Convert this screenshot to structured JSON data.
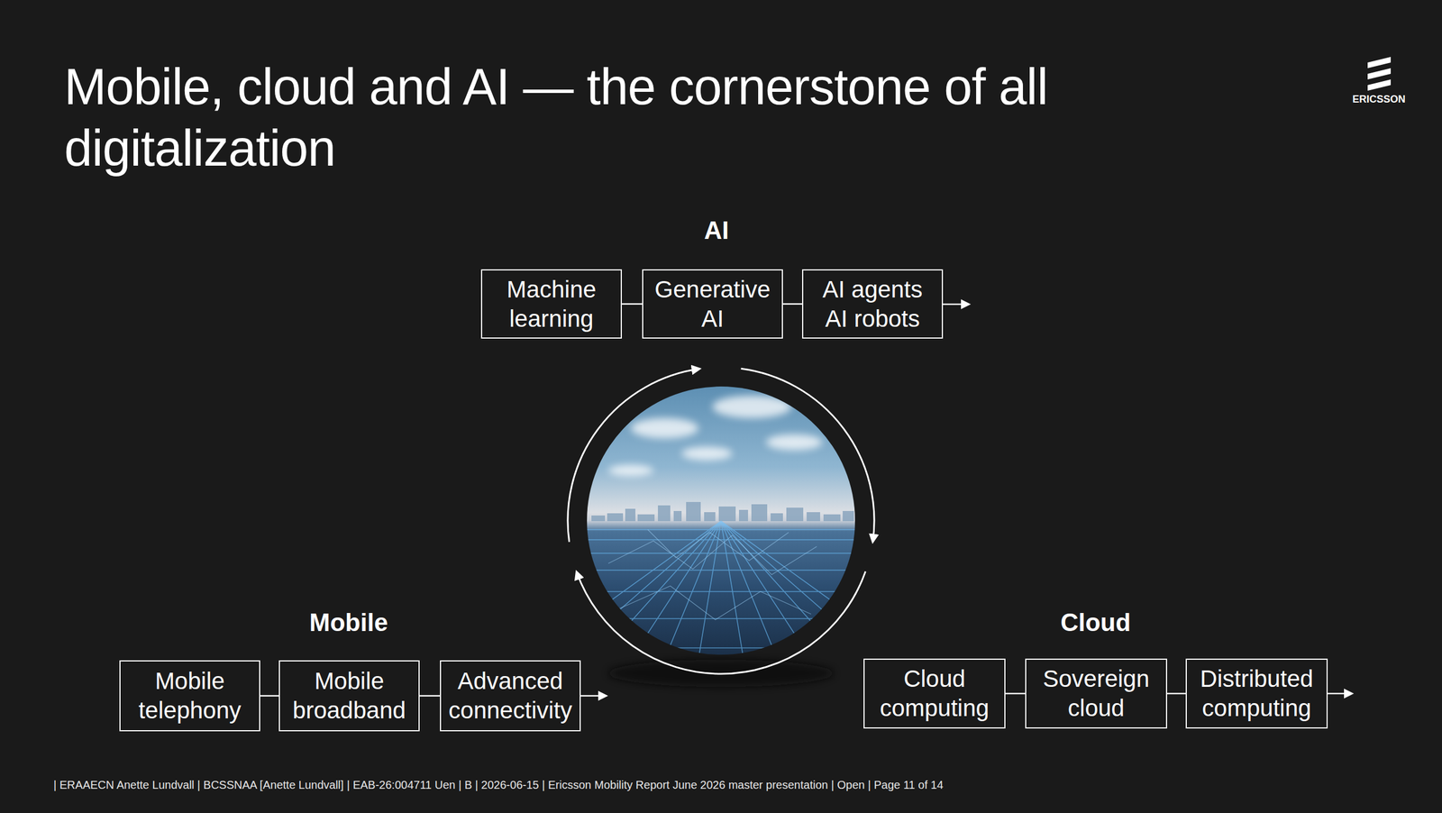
{
  "diagram": {
    "title": "Mobile, cloud and AI — the cornerstone of all digitalization",
    "nodes": [
      {
        "text": [
          "Machine learning"
        ]
      },
      {
        "text": [
          "Generative AI"
        ]
      },
      {
        "text": [
          "AI agents AI robots"
        ]
      },
      {
        "text": [
          "Mobile telephony"
        ]
      },
      {
        "text": [
          "Mobile broadband"
        ]
      },
      {
        "text": [
          "Advanced connectivity"
        ]
      },
      {
        "text": [
          "Cloud computing"
        ]
      },
      {
        "text": [
          "Sovereign cloud"
        ]
      },
      {
        "text": [
          "Distributed computing"
        ]
      }
    ],
    "edges": [
      {
        "from": 0,
        "to": 1,
        "arrow": "none"
      },
      {
        "from": 1,
        "to": 2,
        "arrow": "none"
      },
      {
        "from": 3,
        "to": 4,
        "arrow": "none"
      },
      {
        "from": 4,
        "to": 5,
        "arrow": "none"
      },
      {
        "from": 6,
        "to": 7,
        "arrow": "none"
      },
      {
        "from": 7,
        "to": 8,
        "arrow": "none"
      }
    ],
    "labels": [
      "ERICSSON",
      "AI",
      "Mobile",
      "Cloud",
      "| ERAAECN Anette Lundvall | BCSSNAA [Anette Lundvall] | EAB-26:004711 Uen | B | 2026-06-15 | Ericsson Mobility Report June 2026 master presentation | Open | Page 11 of 14"
    ]
  }
}
